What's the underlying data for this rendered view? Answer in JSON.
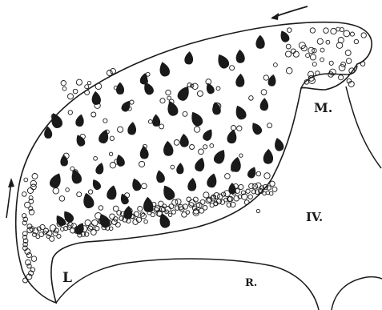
{
  "labels": {
    "m": "M.",
    "iv": "IV.",
    "l": "L",
    "r": "R."
  },
  "colors": {
    "ink": "#1a1a1a",
    "paper": "#ffffff"
  },
  "icons": [
    "arrow-left-icon",
    "arrow-up-icon"
  ]
}
